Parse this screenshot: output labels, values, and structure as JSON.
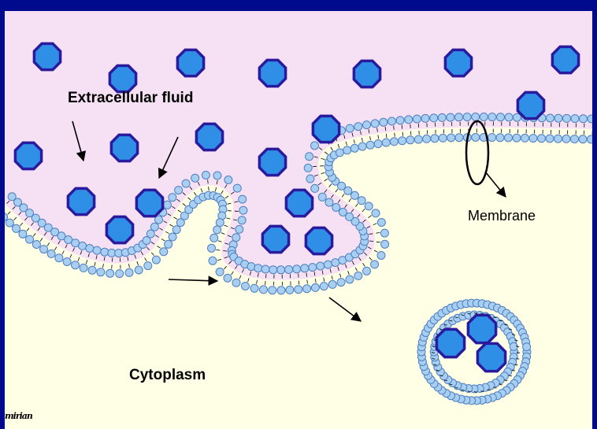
{
  "labels": {
    "extracellular": "Extracellular fluid",
    "membrane": "Membrane",
    "cytoplasm": "Cytoplasm"
  },
  "signature": "mirian",
  "colors": {
    "background": "#000a8c",
    "cytoplasm": "#ffffe6",
    "extracellular": "#f6e0f3",
    "particle_fill": "#2f8ee6",
    "particle_stroke": "#2a1a9e",
    "lipid_head_fill": "#a8cff2",
    "lipid_head_stroke": "#4d7fc0"
  }
}
